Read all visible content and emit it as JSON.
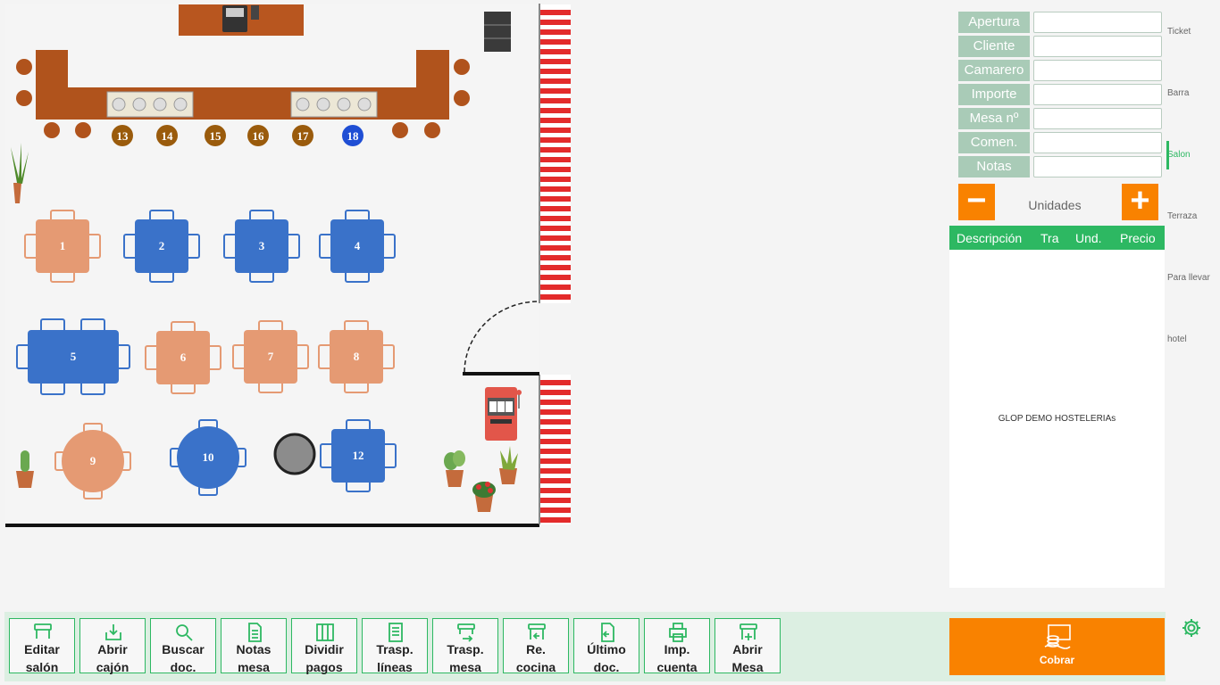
{
  "floor": {
    "bar_stools": [
      "13",
      "14",
      "15",
      "16",
      "17",
      "18"
    ],
    "tables": [
      "1",
      "2",
      "3",
      "4",
      "5",
      "6",
      "7",
      "8",
      "9",
      "10",
      "12"
    ]
  },
  "form": {
    "labels": [
      "Apertura",
      "Cliente",
      "Camarero",
      "Importe",
      "Mesa nº",
      "Comen.",
      "Notas"
    ]
  },
  "units": {
    "minus": "−",
    "label": "Unidades",
    "plus": "+"
  },
  "lines": {
    "headers": [
      "Descripción",
      "Tra",
      "Und.",
      "Precio"
    ],
    "watermark": "GLOP DEMO HOSTELERIAs"
  },
  "zones": [
    "Ticket",
    "Barra",
    "Salon",
    "Terraza",
    "Para llevar",
    "hotel"
  ],
  "zone_active": "Salon",
  "toolbar": [
    {
      "l1": "Editar",
      "l2": "salón",
      "icon": "table-icon"
    },
    {
      "l1": "Abrir",
      "l2": "cajón",
      "icon": "drawer-icon"
    },
    {
      "l1": "Buscar",
      "l2": "doc.",
      "icon": "search-icon"
    },
    {
      "l1": "Notas",
      "l2": "mesa",
      "icon": "notes-icon"
    },
    {
      "l1": "Dividir",
      "l2": "pagos",
      "icon": "split-icon"
    },
    {
      "l1": "Trasp.",
      "l2": "líneas",
      "icon": "lines-icon"
    },
    {
      "l1": "Trasp.",
      "l2": "mesa",
      "icon": "move-table-icon"
    },
    {
      "l1": "Re.",
      "l2": "cocina",
      "icon": "kitchen-icon"
    },
    {
      "l1": "Último",
      "l2": "doc.",
      "icon": "last-doc-icon"
    },
    {
      "l1": "Imp.",
      "l2": "cuenta",
      "icon": "printer-icon"
    },
    {
      "l1": "Abrir",
      "l2": "Mesa",
      "icon": "open-table-icon"
    }
  ],
  "cobrar": "Cobrar",
  "colors": {
    "green": "#2db862",
    "orange": "#f98200",
    "table_free": "#e59a73",
    "table_busy": "#3a72c9",
    "stool": "#9a5b0c",
    "stool_active": "#1f4ed4"
  }
}
